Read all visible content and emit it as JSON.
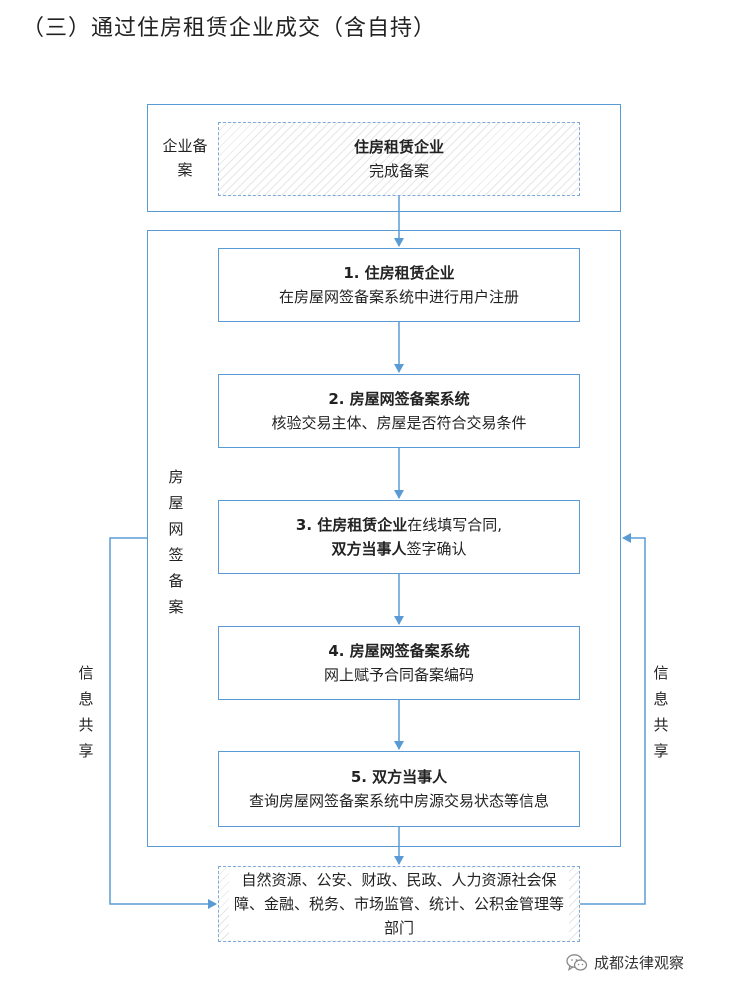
{
  "page_title": "（三）通过住房租赁企业成交（含自持）",
  "side_labels": {
    "registration": "企业备案",
    "online_sign": "房屋网签备案",
    "info_left": "信息共享",
    "info_right": "信息共享"
  },
  "enterprise_box": {
    "title": "住房租赁企业",
    "text": "完成备案"
  },
  "steps": [
    {
      "title": "1. 住房租赁企业",
      "text": "在房屋网签备案系统中进行用户注册"
    },
    {
      "title": "2. 房屋网签备案系统",
      "text": "核验交易主体、房屋是否符合交易条件"
    },
    {
      "title_a": "3. 住房租赁企业",
      "text_a": "在线填写合同,",
      "title_b": "双方当事人",
      "text_b": "签字确认"
    },
    {
      "title": "4. 房屋网签备案系统",
      "text": "网上赋予合同备案编码"
    },
    {
      "title": "5. 双方当事人",
      "text": "查询房屋网签备案系统中房源交易状态等信息"
    }
  ],
  "departments_box": {
    "text": "自然资源、公安、财政、民政、人力资源社会保障、金融、税务、市场监管、统计、公积金管理等部门"
  },
  "watermark": {
    "text": "成都法律观察",
    "icon": "wechat-icon"
  },
  "colors": {
    "line": "#5b9bd5",
    "dashed_border": "#7fa7d9"
  }
}
